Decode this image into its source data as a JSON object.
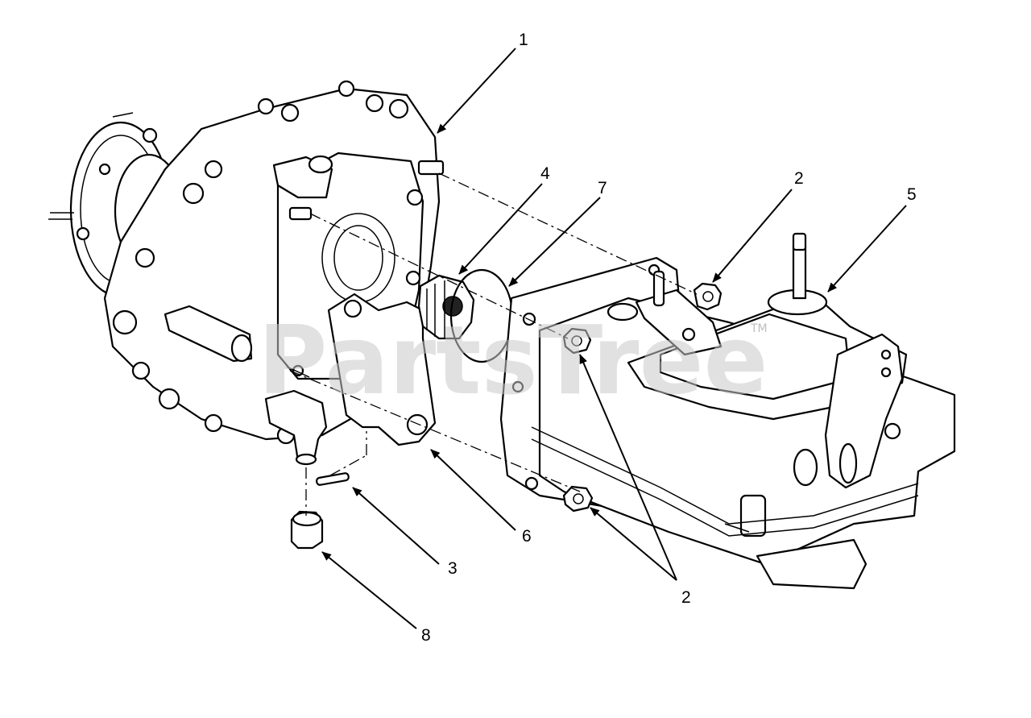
{
  "watermark": {
    "text": "PartsTree",
    "tm": "TM"
  },
  "callouts": {
    "c1": "1",
    "c2a": "2",
    "c2b": "2",
    "c3": "3",
    "c4": "4",
    "c5": "5",
    "c6": "6",
    "c7": "7",
    "c8": "8"
  }
}
